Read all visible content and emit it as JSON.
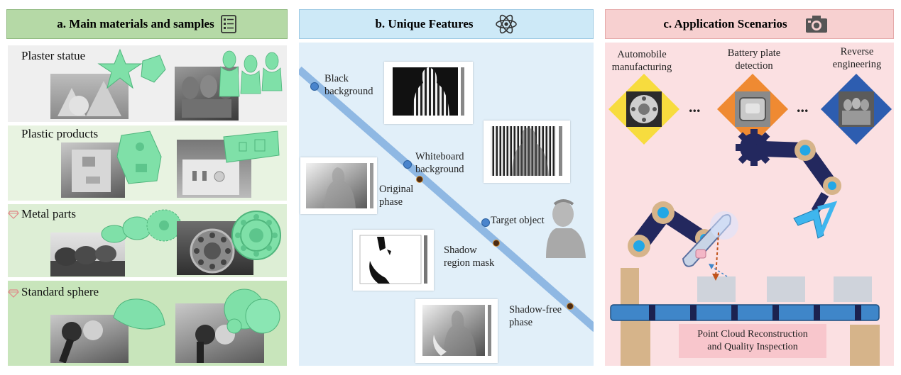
{
  "panel_a": {
    "title": "a. Main materials and samples",
    "rows": [
      {
        "label": "Plaster statue"
      },
      {
        "label": "Plastic products"
      },
      {
        "label": "Metal parts"
      },
      {
        "label": "Standard sphere"
      }
    ]
  },
  "panel_b": {
    "title": "b. Unique Features",
    "nodes": [
      {
        "label_line1": "Black",
        "label_line2": "background"
      },
      {
        "label_line1": "Whiteboard",
        "label_line2": "background"
      },
      {
        "label_line1": "Original",
        "label_line2": "phase"
      },
      {
        "label_line1": "Target object",
        "label_line2": ""
      },
      {
        "label_line1": "Shadow",
        "label_line2": "region mask"
      },
      {
        "label_line1": "Shadow-free",
        "label_line2": "phase"
      }
    ]
  },
  "panel_c": {
    "title": "c. Application Scenarios",
    "scenarios": [
      {
        "line1": "Automobile",
        "line2": "manufacturing"
      },
      {
        "line1": "Battery plate",
        "line2": "detection"
      },
      {
        "line1": "Reverse",
        "line2": "engineering"
      }
    ],
    "ellipsis": "...",
    "box_line1": "Point Cloud Reconstruction",
    "box_line2": "and Quality Inspection"
  },
  "colors": {
    "panel_a_header": "#b5d9a6",
    "panel_b_header": "#cde9f7",
    "panel_c_header": "#f7d0d0",
    "panel_b_bg": "#e1eff9",
    "panel_c_bg": "#fbe0e2",
    "diagonal_band": "#8fb8e3",
    "robot_arm": "#23285e",
    "joint": "#d6b48a"
  }
}
